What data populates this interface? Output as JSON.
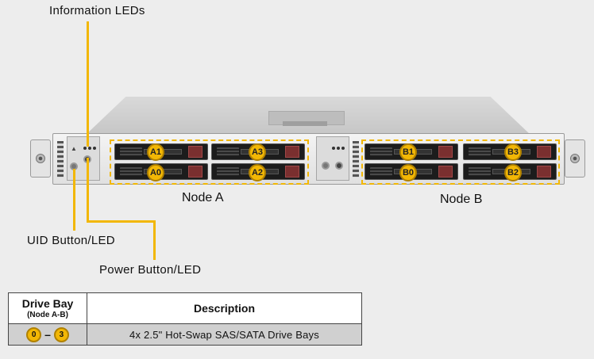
{
  "callouts": {
    "information_leds": "Information LEDs",
    "uid_button": "UID Button/LED",
    "power_button": "Power Button/LED"
  },
  "nodes": {
    "node_a": "Node A",
    "node_b": "Node B"
  },
  "bays": {
    "a1": "A1",
    "a0": "A0",
    "a3": "A3",
    "a2": "A2",
    "b1": "B1",
    "b0": "B0",
    "b3": "B3",
    "b2": "B2"
  },
  "table": {
    "header_bay": "Drive Bay",
    "header_bay_sub": "(Node A-B)",
    "header_desc": "Description",
    "range_start": "0",
    "range_sep": "–",
    "range_end": "3",
    "row_desc": "4x 2.5\" Hot-Swap SAS/SATA Drive Bays"
  },
  "colors": {
    "accent": "#f2b705",
    "row_bg": "#d0d0d0"
  }
}
